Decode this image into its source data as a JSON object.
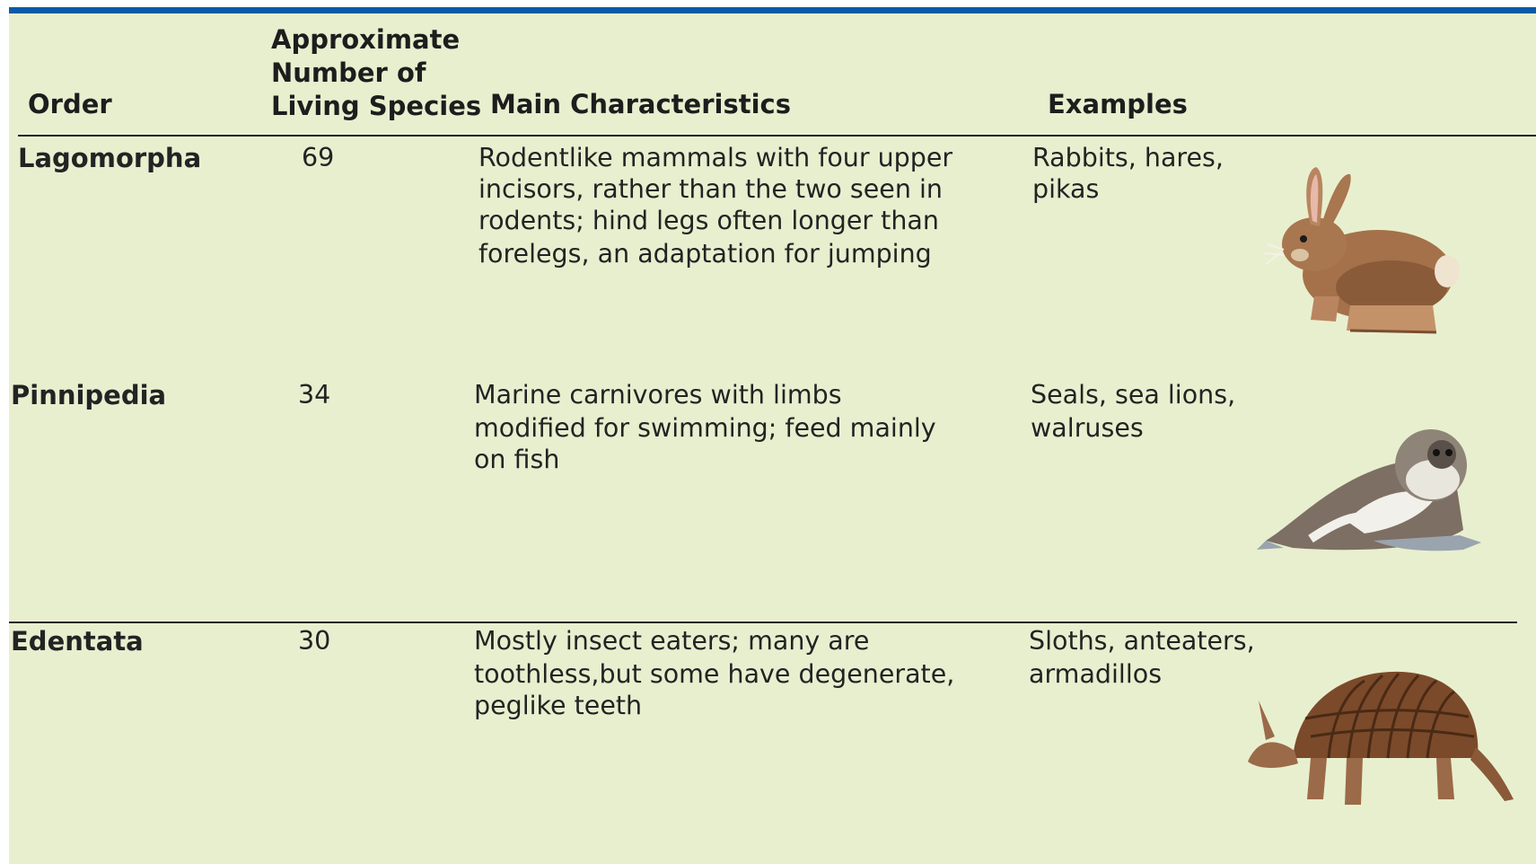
{
  "table": {
    "headers": {
      "order": "Order",
      "species_line1": "Approximate",
      "species_line2": "Number of",
      "species_line3": "Living Species",
      "characteristics": "Main Characteristics",
      "examples": "Examples"
    },
    "rows": [
      {
        "order": "Lagomorpha",
        "species": "69",
        "characteristics": [
          "Rodentlike mammals with four upper",
          "incisors, rather than the two seen in",
          "rodents; hind legs often longer than",
          "forelegs, an adaptation for jumping"
        ],
        "examples": [
          "Rabbits, hares,",
          "pikas"
        ],
        "illustration_icon": "rabbit-illustration"
      },
      {
        "order": "Pinnipedia",
        "species": "34",
        "characteristics": [
          "Marine carnivores with limbs",
          "modified for swimming; feed mainly",
          "on fish"
        ],
        "examples": [
          "Seals, sea lions,",
          "walruses"
        ],
        "illustration_icon": "seal-illustration"
      },
      {
        "order": "Edentata",
        "species": "30",
        "characteristics": [
          "Mostly insect eaters; many are",
          "toothless,but some have degenerate,",
          "peglike teeth"
        ],
        "examples": [
          "Sloths, anteaters,",
          "armadillos"
        ],
        "illustration_icon": "armadillo-illustration"
      }
    ]
  },
  "colors": {
    "accent_rule": "#0b5aa6",
    "panel_background": "#e8efcf",
    "text": "#1d1d1d"
  }
}
